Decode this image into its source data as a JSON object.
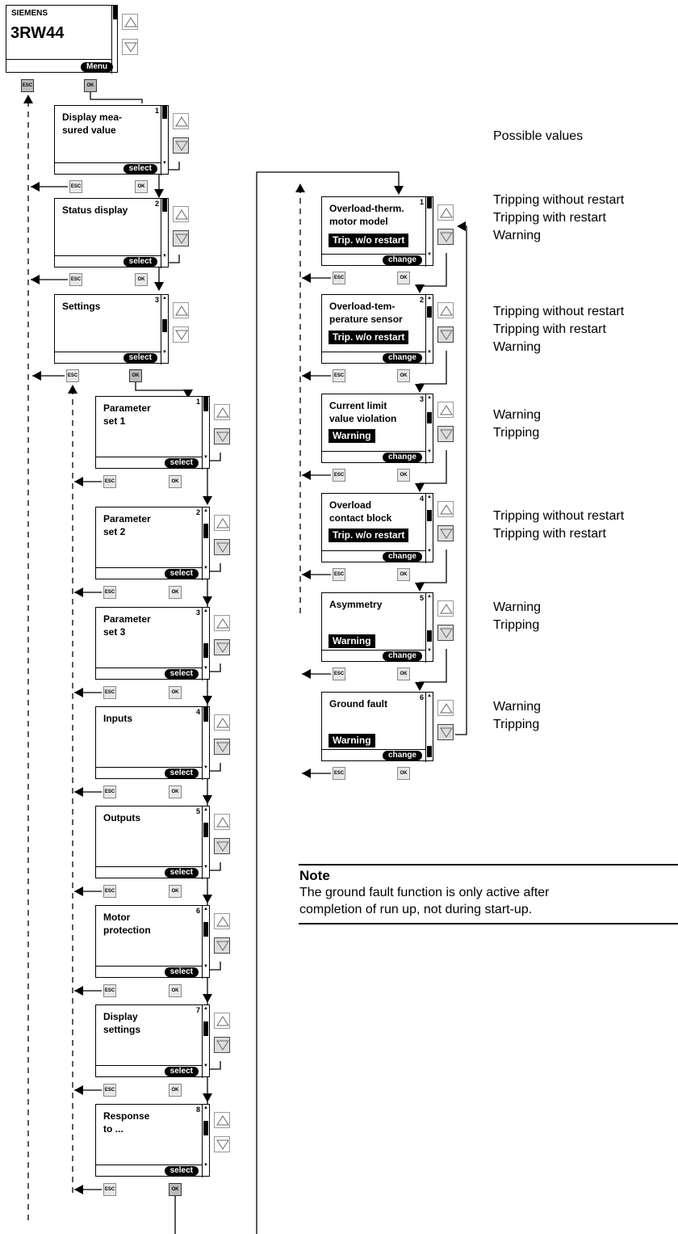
{
  "device": {
    "brand": "SIEMENS",
    "model": "3RW44",
    "menu_label": "Menu"
  },
  "keys": {
    "esc": "ESC",
    "ok": "OK"
  },
  "main_menu": [
    {
      "title": "Display mea-\nsured value",
      "num": "1",
      "action": "select"
    },
    {
      "title": "Status display",
      "num": "2",
      "action": "select"
    },
    {
      "title": "Settings",
      "num": "3",
      "action": "select"
    }
  ],
  "settings_menu": [
    {
      "title": "Parameter\nset 1",
      "num": "1",
      "action": "select"
    },
    {
      "title": "Parameter\nset 2",
      "num": "2",
      "action": "select"
    },
    {
      "title": "Parameter\nset 3",
      "num": "3",
      "action": "select"
    },
    {
      "title": "Inputs",
      "num": "4",
      "action": "select"
    },
    {
      "title": "Outputs",
      "num": "5",
      "action": "select"
    },
    {
      "title": "Motor\nprotection",
      "num": "6",
      "action": "select"
    },
    {
      "title": "Display\nsettings",
      "num": "7",
      "action": "select"
    },
    {
      "title": "Response\nto ...",
      "num": "8",
      "action": "select"
    }
  ],
  "response_menu": [
    {
      "title": "Overload-therm.\nmotor model",
      "num": "1",
      "value": "Trip. w/o restart",
      "action": "change"
    },
    {
      "title": "Overload-tem-\nperature sensor",
      "num": "2",
      "value": "Trip. w/o restart",
      "action": "change"
    },
    {
      "title": "Current limit\nvalue violation",
      "num": "3",
      "value": "Warning",
      "action": "change"
    },
    {
      "title": "Overload\ncontact block",
      "num": "4",
      "value": "Trip. w/o restart",
      "action": "change"
    },
    {
      "title": "Asymmetry",
      "num": "5",
      "value": "Warning",
      "action": "change"
    },
    {
      "title": "Ground fault",
      "num": "6",
      "value": "Warning",
      "action": "change"
    }
  ],
  "possible_values": {
    "header": "Possible values",
    "groups": [
      [
        "Tripping without restart",
        "Tripping with restart",
        "Warning"
      ],
      [
        "Tripping without restart",
        "Tripping with restart",
        "Warning"
      ],
      [
        "Warning",
        "Tripping"
      ],
      [
        "Tripping without restart",
        "Tripping with restart"
      ],
      [
        "Warning",
        "Tripping"
      ],
      [
        "Warning",
        "Tripping"
      ]
    ]
  },
  "note": {
    "heading": "Note",
    "text": "The ground fault function is only active after\ncompletion of run up, not during start-up."
  }
}
